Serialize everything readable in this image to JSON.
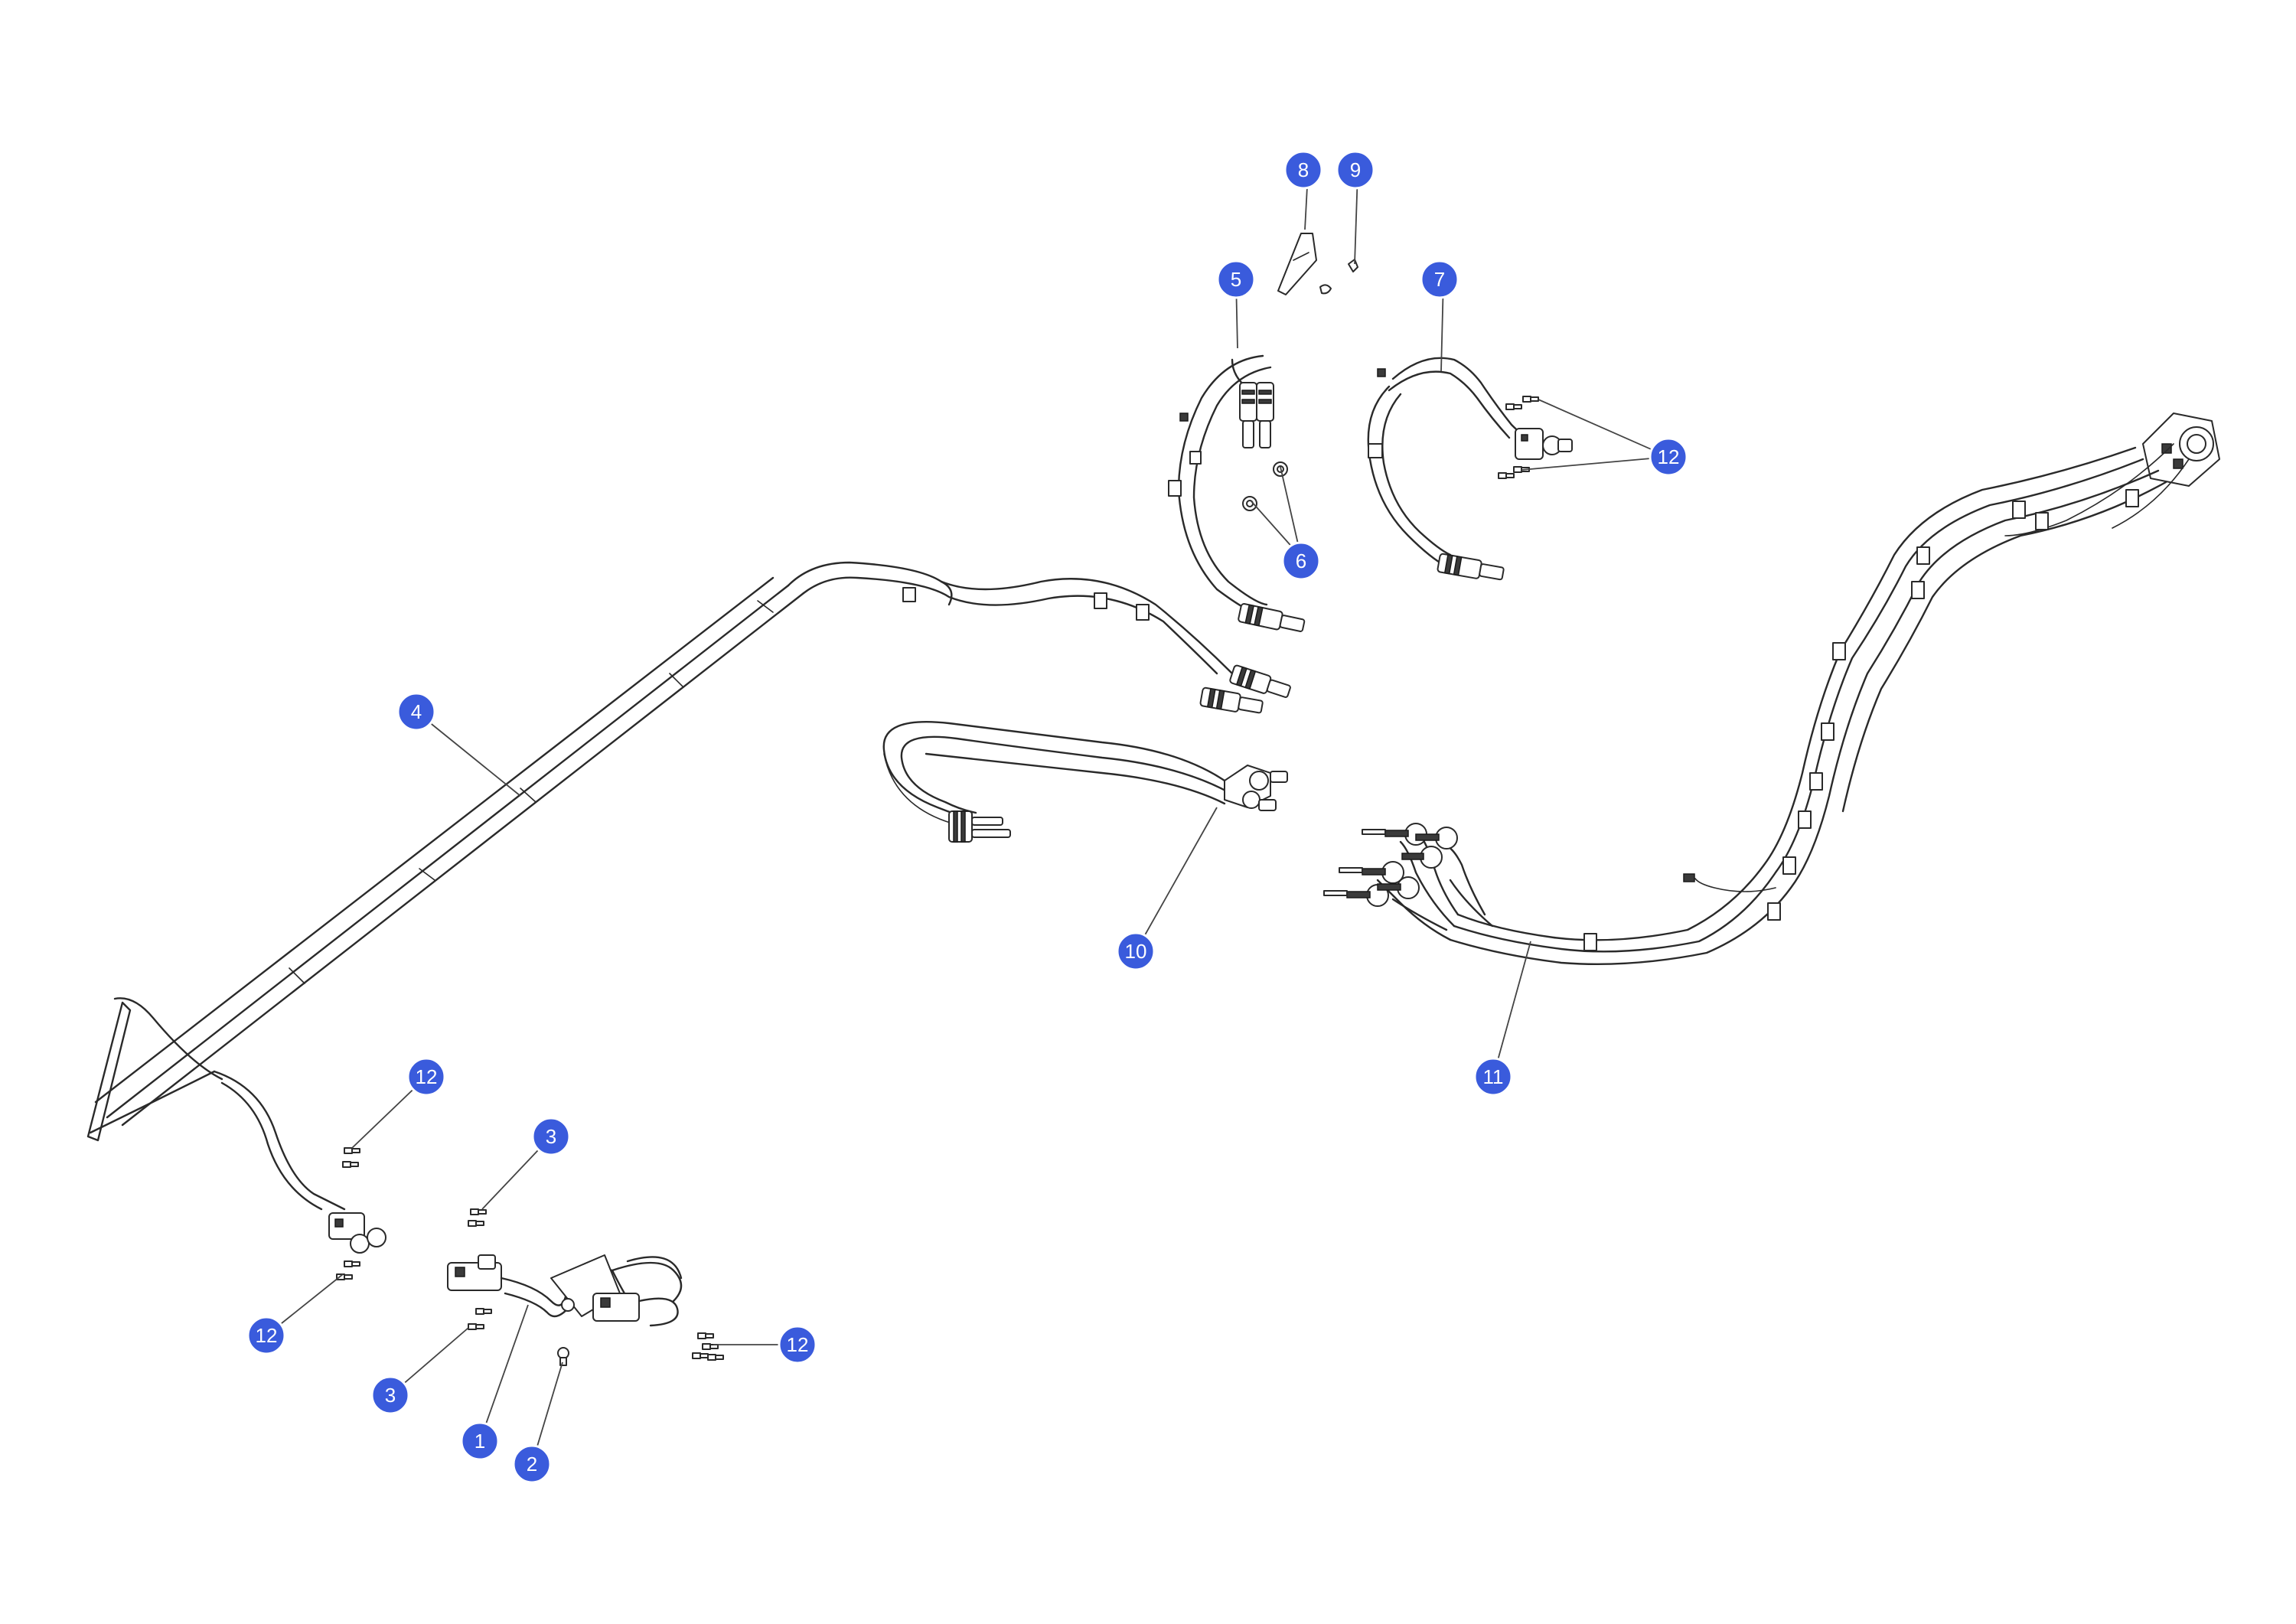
{
  "callouts": [
    {
      "label": "1"
    },
    {
      "label": "2"
    },
    {
      "label": "3"
    },
    {
      "label": "3"
    },
    {
      "label": "4"
    },
    {
      "label": "5"
    },
    {
      "label": "6"
    },
    {
      "label": "7"
    },
    {
      "label": "8"
    },
    {
      "label": "9"
    },
    {
      "label": "10"
    },
    {
      "label": "11"
    },
    {
      "label": "12"
    },
    {
      "label": "12"
    },
    {
      "label": "12"
    },
    {
      "label": "12"
    }
  ],
  "colors": {
    "callout_fill": "#3a5bdc",
    "callout_text": "#ffffff",
    "line": "#2a2a2a"
  }
}
